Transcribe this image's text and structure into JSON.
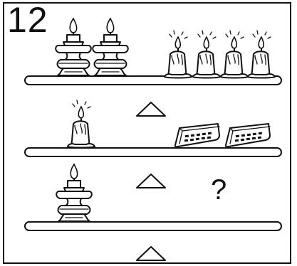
{
  "puzzle": {
    "number": "12",
    "unknown_symbol": "?"
  },
  "scales": [
    {
      "left": {
        "item": "candle-holder-lit",
        "count": 2
      },
      "right": {
        "item": "melted-candle",
        "count": 4
      }
    },
    {
      "left": {
        "item": "melted-candle",
        "count": 1
      },
      "right": {
        "item": "remote-control",
        "count": 2
      }
    },
    {
      "left": {
        "item": "candle-holder-lit",
        "count": 1
      },
      "right": {
        "item": "unknown",
        "count": 0
      }
    }
  ]
}
